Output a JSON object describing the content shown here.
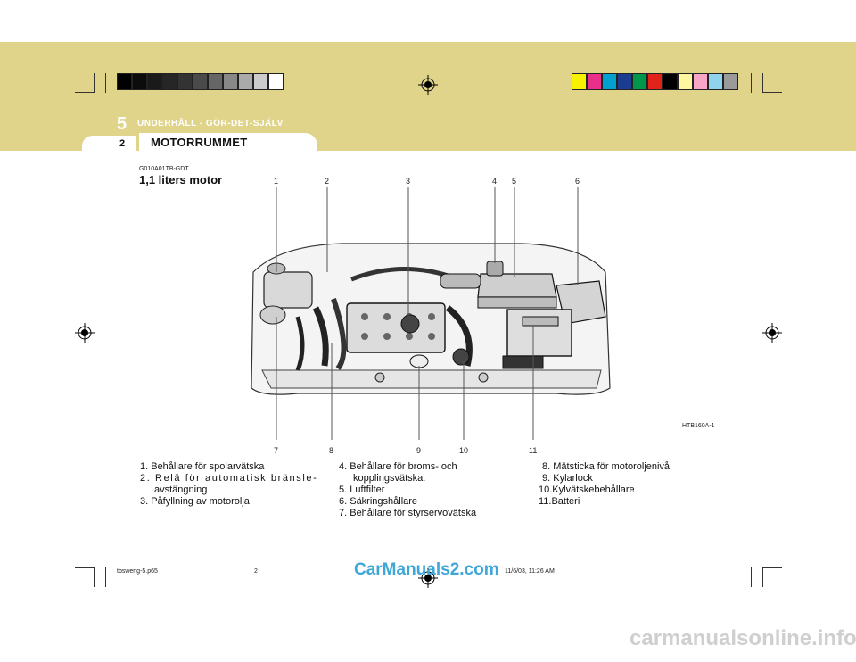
{
  "header": {
    "section_number": "5",
    "section_title": "UNDERHÅLL - GÖR-DET-SJÄLV",
    "page_number": "2",
    "tab_title": "MOTORRUMMET"
  },
  "content": {
    "code": "G010A01TB-GDT",
    "heading": "1,1 liters motor",
    "figure_code": "HTB160A-1"
  },
  "callouts_top": [
    "1",
    "2",
    "3",
    "4",
    "5",
    "6"
  ],
  "callouts_bottom": [
    "7",
    "8",
    "9",
    "10",
    "11"
  ],
  "legend": {
    "col1": [
      "1. Behållare för spolarvätska",
      "2. Relä för automatisk bränsle-",
      "avstängning",
      "3. Påfyllning av motorolja"
    ],
    "col2": [
      "4. Behållare för broms- och",
      "kopplingsvätska.",
      "5. Luftfilter",
      "6. Säkringshållare",
      "7. Behållare för styrservovätska"
    ],
    "col3": [
      "8. Mätsticka för motoroljenivå",
      "9. Kylarlock",
      "10.Kylvätskebehållare",
      "11.Batteri"
    ]
  },
  "footer": {
    "file": "tbsweng-5.p65",
    "page": "2",
    "date": "11/6/03, 11:26 AM"
  },
  "watermarks": {
    "site1": "CarManuals2.com",
    "site2": "carmanualsonline.info"
  },
  "colorbar_left": [
    "#000000",
    "#0c0c0c",
    "#1a1a1a",
    "#262626",
    "#333333",
    "#4a4a4a",
    "#666666",
    "#888888",
    "#aaaaaa",
    "#cccccc",
    "#ffffff"
  ],
  "colorbar_right": [
    "#f6f200",
    "#e8308a",
    "#00a0d0",
    "#1c3d8f",
    "#00974a",
    "#e2231a",
    "#000000",
    "#fff6a0",
    "#f7a6c8",
    "#8fd3ef",
    "#9a9a9a"
  ]
}
